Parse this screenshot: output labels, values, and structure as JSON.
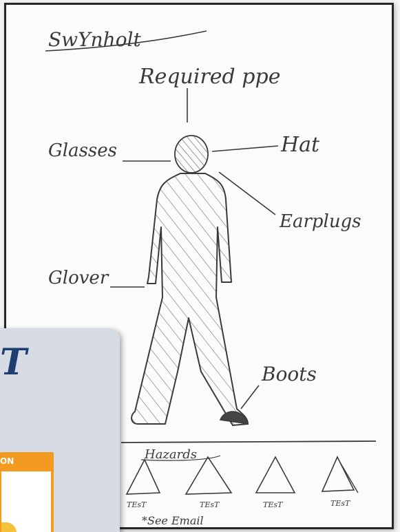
{
  "sketch": {
    "title": "SwYnholt",
    "subtitle": "Required ppe",
    "labels": {
      "glasses": "Glasses",
      "hat": "Hat",
      "earplugs": "Earplugs",
      "gloves": "Glover",
      "boots": "Boots"
    },
    "hazards_heading": "Hazards",
    "hazard_items": [
      "TEsT",
      "TEsT",
      "TEsT",
      "TEsT"
    ],
    "footnote": "*See Email"
  },
  "overlay": {
    "logo_text": "T",
    "banner_label": "ON"
  },
  "colors": {
    "ink": "#3a3a3a",
    "frame": "#262626",
    "paper": "#fbfbfa",
    "overlay_bg": "#d7dbe3",
    "logo_blue": "#1d3e6e",
    "banner_orange": "#f39a20"
  }
}
